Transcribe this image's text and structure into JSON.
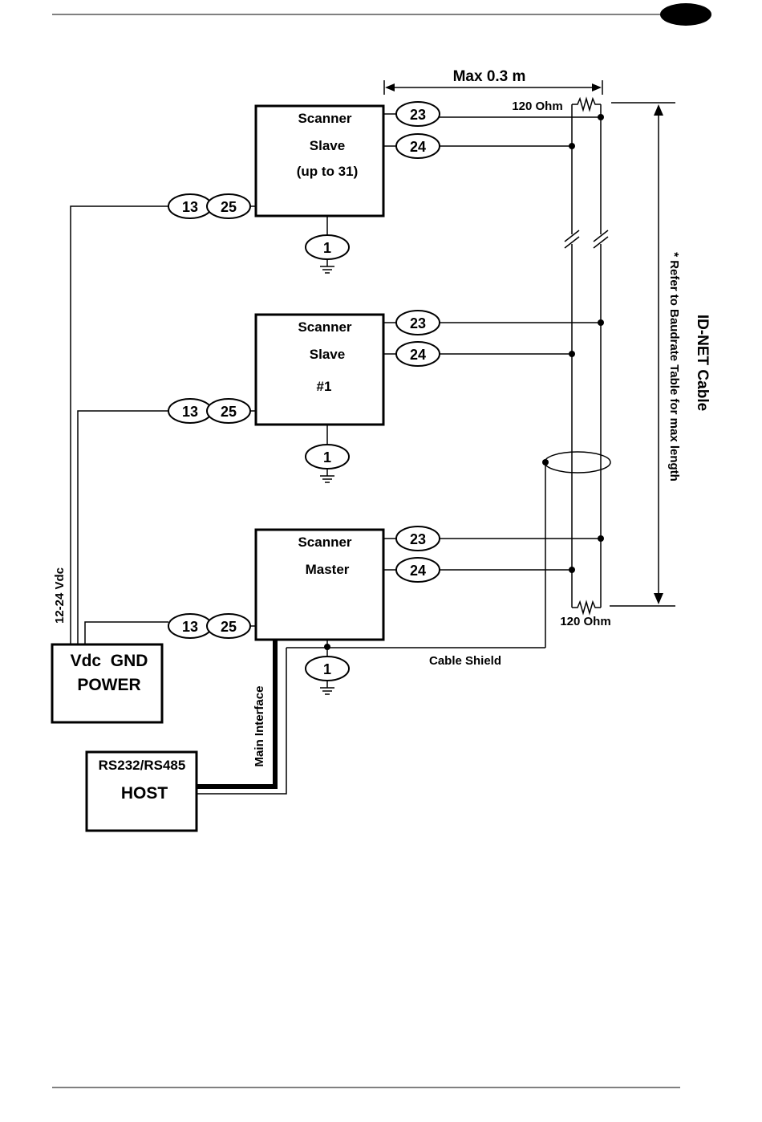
{
  "dimension": "Max 0.3 m",
  "resistor_label": "120 Ohm",
  "scanners": [
    {
      "line1": "Scanner",
      "line2": "Slave",
      "line3": "(up to 31)"
    },
    {
      "line1": "Scanner",
      "line2": "Slave",
      "line3": "#1"
    },
    {
      "line1": "Scanner",
      "line2": "Master",
      "line3": ""
    }
  ],
  "pins": {
    "p23": "23",
    "p24": "24",
    "p13": "13",
    "p25": "25",
    "p1": "1"
  },
  "power": {
    "line1": "Vdc  GND",
    "line2": "POWER"
  },
  "host": {
    "line1": "RS232/RS485",
    "line2": "HOST"
  },
  "labels": {
    "vdc": "12-24 Vdc",
    "main_interface": "Main Interface",
    "cable_shield": "Cable Shield",
    "idnet_cable": "ID-NET Cable",
    "baudrate_note": "* Refer to Baudrate Table for max length"
  }
}
